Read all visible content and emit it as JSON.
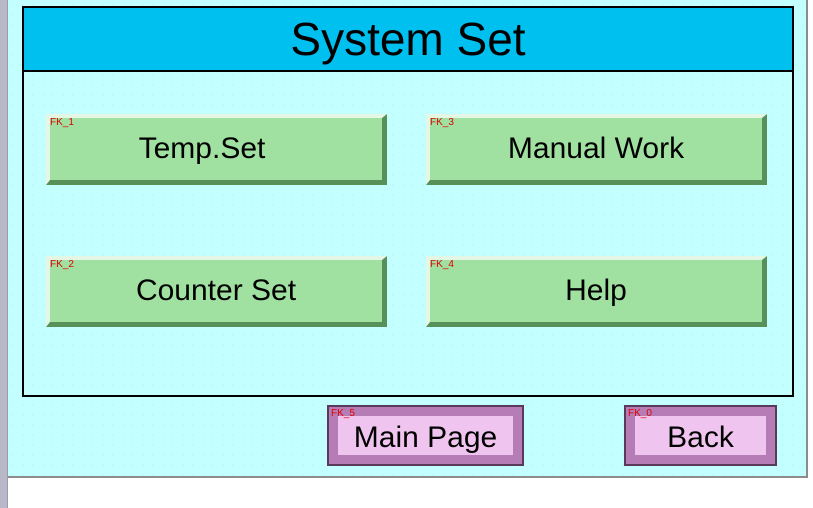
{
  "title": "System Set",
  "buttons": {
    "temp_set": {
      "fk": "FK_1",
      "label": "Temp.Set"
    },
    "manual_work": {
      "fk": "FK_3",
      "label": "Manual Work"
    },
    "counter_set": {
      "fk": "FK_2",
      "label": "Counter Set"
    },
    "help": {
      "fk": "FK_4",
      "label": "Help"
    }
  },
  "nav": {
    "main_page": {
      "fk": "FK_5",
      "label": "Main Page"
    },
    "back": {
      "fk": "FK_0",
      "label": "Back"
    }
  },
  "colors": {
    "title_bar": "#00c0f0",
    "screen_bg": "#c4ffff",
    "function_button": "#a0e0a0",
    "nav_button": "#efc4ef",
    "fk_tag": "#e00000"
  }
}
